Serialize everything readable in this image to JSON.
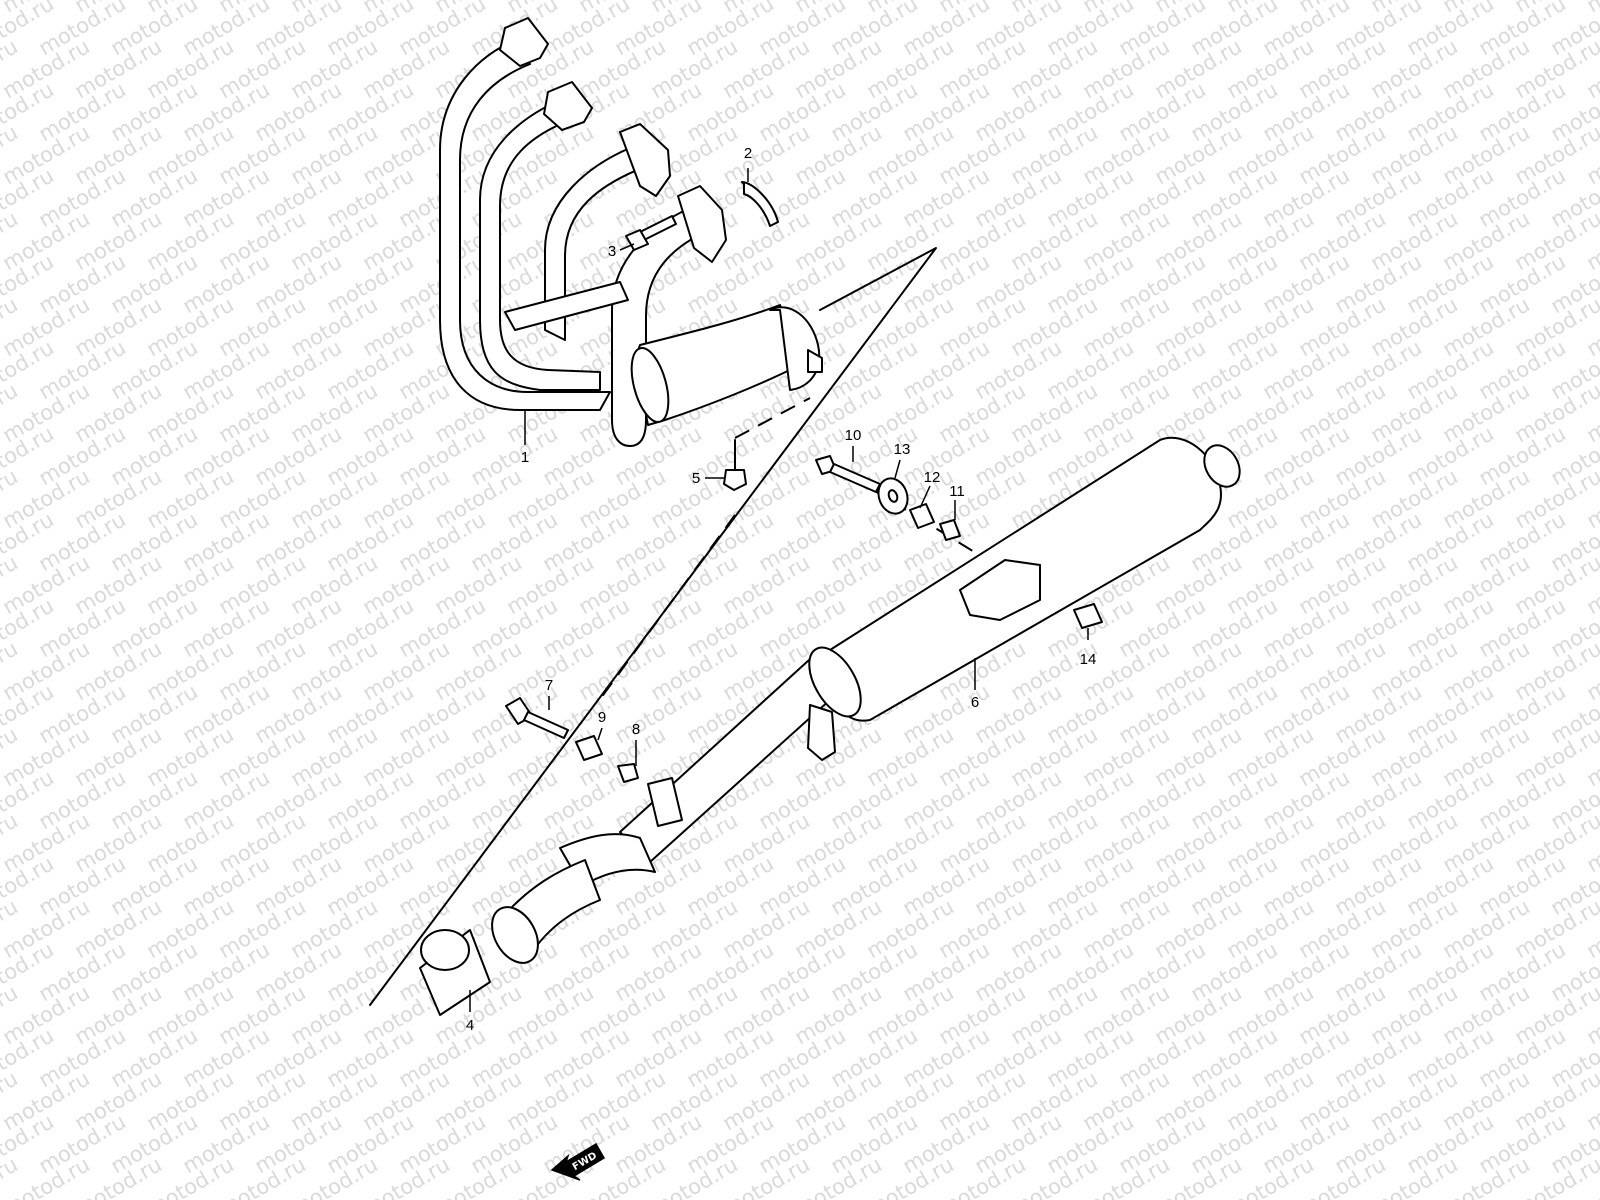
{
  "watermark": "motod.ru",
  "callouts": [
    {
      "id": "1",
      "label": "1"
    },
    {
      "id": "2",
      "label": "2"
    },
    {
      "id": "3",
      "label": "3"
    },
    {
      "id": "4",
      "label": "4"
    },
    {
      "id": "5",
      "label": "5"
    },
    {
      "id": "6",
      "label": "6"
    },
    {
      "id": "7",
      "label": "7"
    },
    {
      "id": "8",
      "label": "8"
    },
    {
      "id": "9",
      "label": "9"
    },
    {
      "id": "10",
      "label": "10"
    },
    {
      "id": "11",
      "label": "11"
    },
    {
      "id": "12",
      "label": "12"
    },
    {
      "id": "13",
      "label": "13"
    },
    {
      "id": "14",
      "label": "14"
    }
  ],
  "fwd_badge": "FWD",
  "colors": {
    "background": "#ffffff",
    "linework": "#000000",
    "watermark": "#d9d9d9"
  }
}
